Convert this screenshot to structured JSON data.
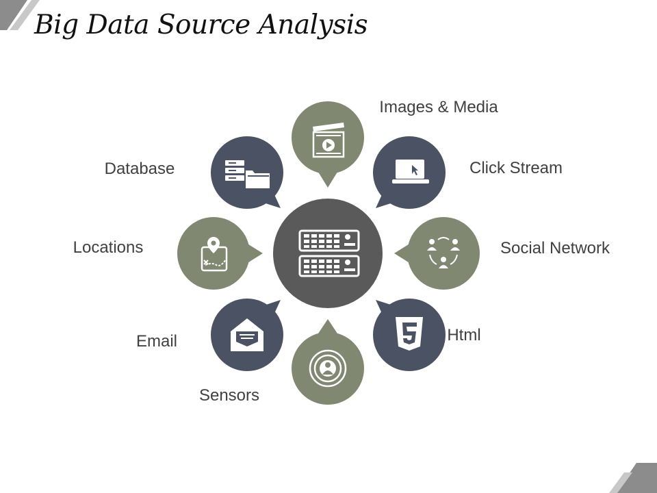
{
  "title": "Big Data Source Analysis",
  "colors": {
    "slate": "#4a5263",
    "sage": "#808871",
    "hub": "#5a5a5a",
    "text": "#404040",
    "corner": "#8c8c8c"
  },
  "hub": {
    "icon": "server-rack-icon"
  },
  "sources": [
    {
      "label": "Images & Media",
      "icon": "video-clapper-icon"
    },
    {
      "label": "Click Stream",
      "icon": "laptop-cursor-icon"
    },
    {
      "label": "Social Network",
      "icon": "people-network-icon"
    },
    {
      "label": "Html",
      "icon": "html5-icon"
    },
    {
      "label": "Sensors",
      "icon": "sensor-signal-icon"
    },
    {
      "label": "Email",
      "icon": "email-envelope-icon"
    },
    {
      "label": "Locations",
      "icon": "map-pin-icon"
    },
    {
      "label": "Database",
      "icon": "database-folder-icon"
    }
  ]
}
